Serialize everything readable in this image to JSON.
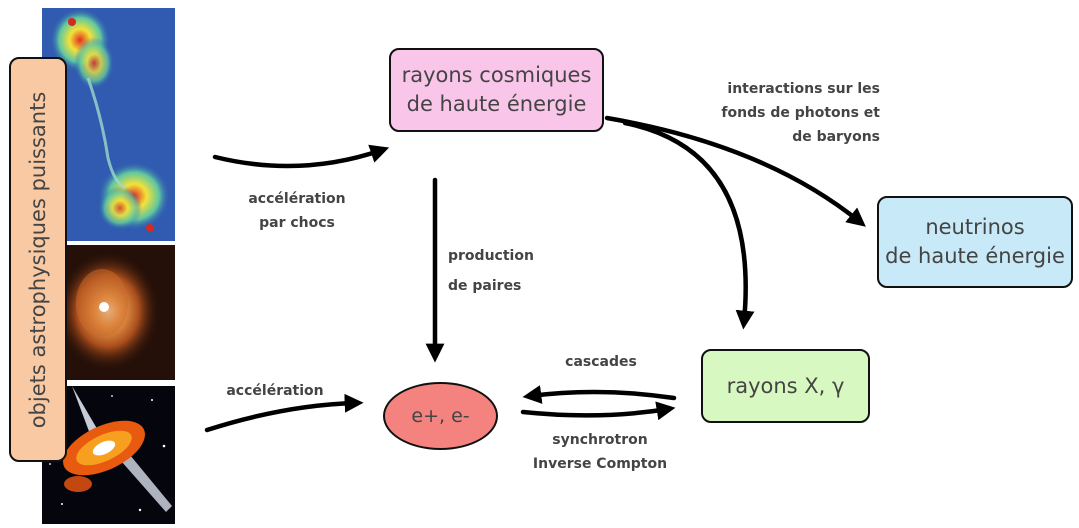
{
  "side_label": "objets astrophysiques puissants",
  "nodes": {
    "cosmic_rays": "rayons cosmiques\nde haute énergie",
    "neutrinos": "neutrinos\nde haute énergie",
    "xray_gamma": "rayons X, γ",
    "pairs": "e+, e-"
  },
  "edge_labels": {
    "shock_acceleration": "accélération\npar chocs",
    "acceleration": "accélération",
    "pair_production": "production\nde paires",
    "interactions": "interactions sur les\nfonds de photons et\nde baryons",
    "cascades": "cascades",
    "synchrotron": "synchrotron\nInverse Compton"
  },
  "colors": {
    "cosmic_rays": "#f9c6ea",
    "neutrinos": "#c8e9f7",
    "xray_gamma": "#d7f8c0",
    "pairs": "#f4827f",
    "side_label": "#f8c9a3",
    "arrow": "#000000"
  },
  "images": [
    {
      "name": "radio-galaxy-jets-image",
      "palette": "radio map, blue background with yellow-red lobes"
    },
    {
      "name": "starburst-galaxy-image",
      "palette": "orange nebulous galaxy on dark background"
    },
    {
      "name": "accretion-disk-jet-image",
      "palette": "orange accretion disk with white jet on starfield"
    }
  ]
}
